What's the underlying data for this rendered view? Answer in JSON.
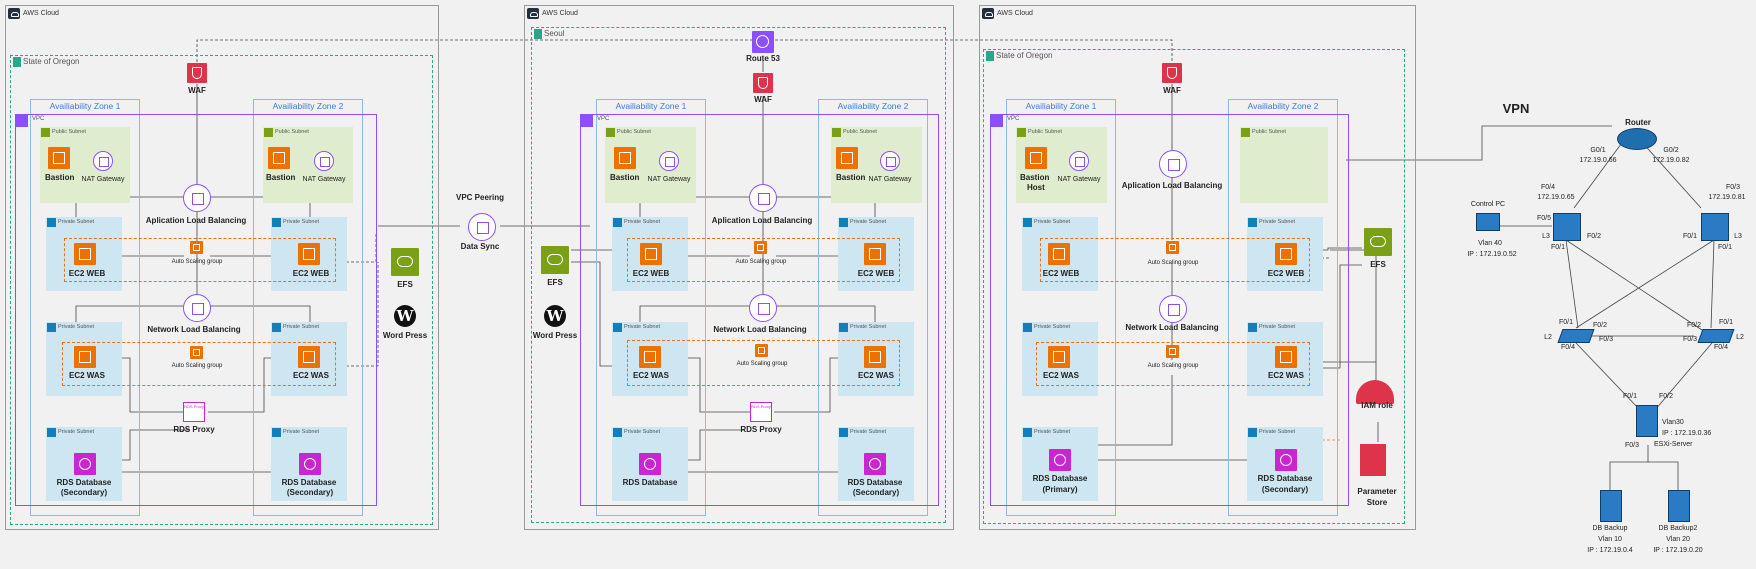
{
  "colors": {
    "ec2": "#ed7100",
    "waf": "#dd344c",
    "vpc": "#8c4fff",
    "efs": "#7aa116",
    "rds": "#c925d1",
    "region": "#2aa68d",
    "az": "#3a7bd5",
    "public_subnet": "#dfeccd",
    "private_subnet": "#cde6f1",
    "network_device": "#2b7ac4"
  },
  "icons": [
    "aws-cloud-icon",
    "region-flag-icon",
    "vpc-icon",
    "subnet-icon",
    "waf-icon",
    "route53-icon",
    "ec2-icon",
    "nat-gateway-icon",
    "load-balancer-icon",
    "auto-scaling-icon",
    "efs-icon",
    "wordpress-icon",
    "rds-proxy-icon",
    "rds-database-icon",
    "vpc-peering-icon",
    "iam-role-icon",
    "parameter-store-icon",
    "router-icon",
    "l3-switch-icon",
    "l2-switch-icon",
    "pc-icon",
    "server-icon",
    "db-backup-icon"
  ],
  "common": {
    "aws_cloud": "AWS Cloud",
    "az1": "Availiability Zone 1",
    "az2": "Availiability Zone 2",
    "vpc": "VPC",
    "public_subnet": "Public Subnet",
    "private_subnet": "Private Subnet",
    "waf": "WAF",
    "bastion": "Bastion",
    "bastion_host_1": "Bastion",
    "bastion_host_2": "Host",
    "nat": "NAT Gateway",
    "alb": "Aplication Load Balancing",
    "nlb": "Network Load Balancing",
    "asg": "Auto Scaling group",
    "ec2_web": "EC2 WEB",
    "ec2_was": "EC2 WAS",
    "efs": "EFS",
    "wordpress": "Word Press",
    "rds_proxy": "RDS Proxy",
    "rds_proxy_tag": "RDS Proxy",
    "rds_db": "RDS Database",
    "secondary": "(Secondary)",
    "primary": "(Primary)"
  },
  "regions": {
    "oregon": "State of Oregon",
    "seoul": "Seoul",
    "route53": "Route 53"
  },
  "peering": {
    "title": "VPC Peering",
    "sync": "Data Sync"
  },
  "right_region": {
    "iam_role": "IAM role",
    "param_1": "Parameter",
    "param_2": "Store"
  },
  "network": {
    "vpn": "VPN",
    "router": "Router",
    "g01": "G0/1",
    "g01_ip": "172.19.0.66",
    "g02": "G0/2",
    "g02_ip": "172.19.0.82",
    "f04_ip_label": "F0/4",
    "f04_ip": "172.19.0.65",
    "f03_ip_label": "F0/3",
    "f03_ip": "172.19.0.81",
    "control_pc": "Control PC",
    "f05": "F0/5",
    "l3": "L3",
    "f02": "F0/2",
    "f01": "F0/1",
    "vlan40": "Vlan 40",
    "pc_ip": "IP : 172.19.0.52",
    "l2": "L2",
    "f03": "F0/3",
    "f04": "F0/4",
    "vlan30": "Vlan30",
    "esxi_ip": "IP : 172.19.0.36",
    "esxi": "ESXi-Server",
    "dbb1": "DB Backup",
    "dbb1_vlan": "Vlan 10",
    "dbb1_ip": "IP : 172.19.0.4",
    "dbb2": "DB Backup2",
    "dbb2_vlan": "Vlan 20",
    "dbb2_ip": "IP : 172.19.0.20"
  }
}
